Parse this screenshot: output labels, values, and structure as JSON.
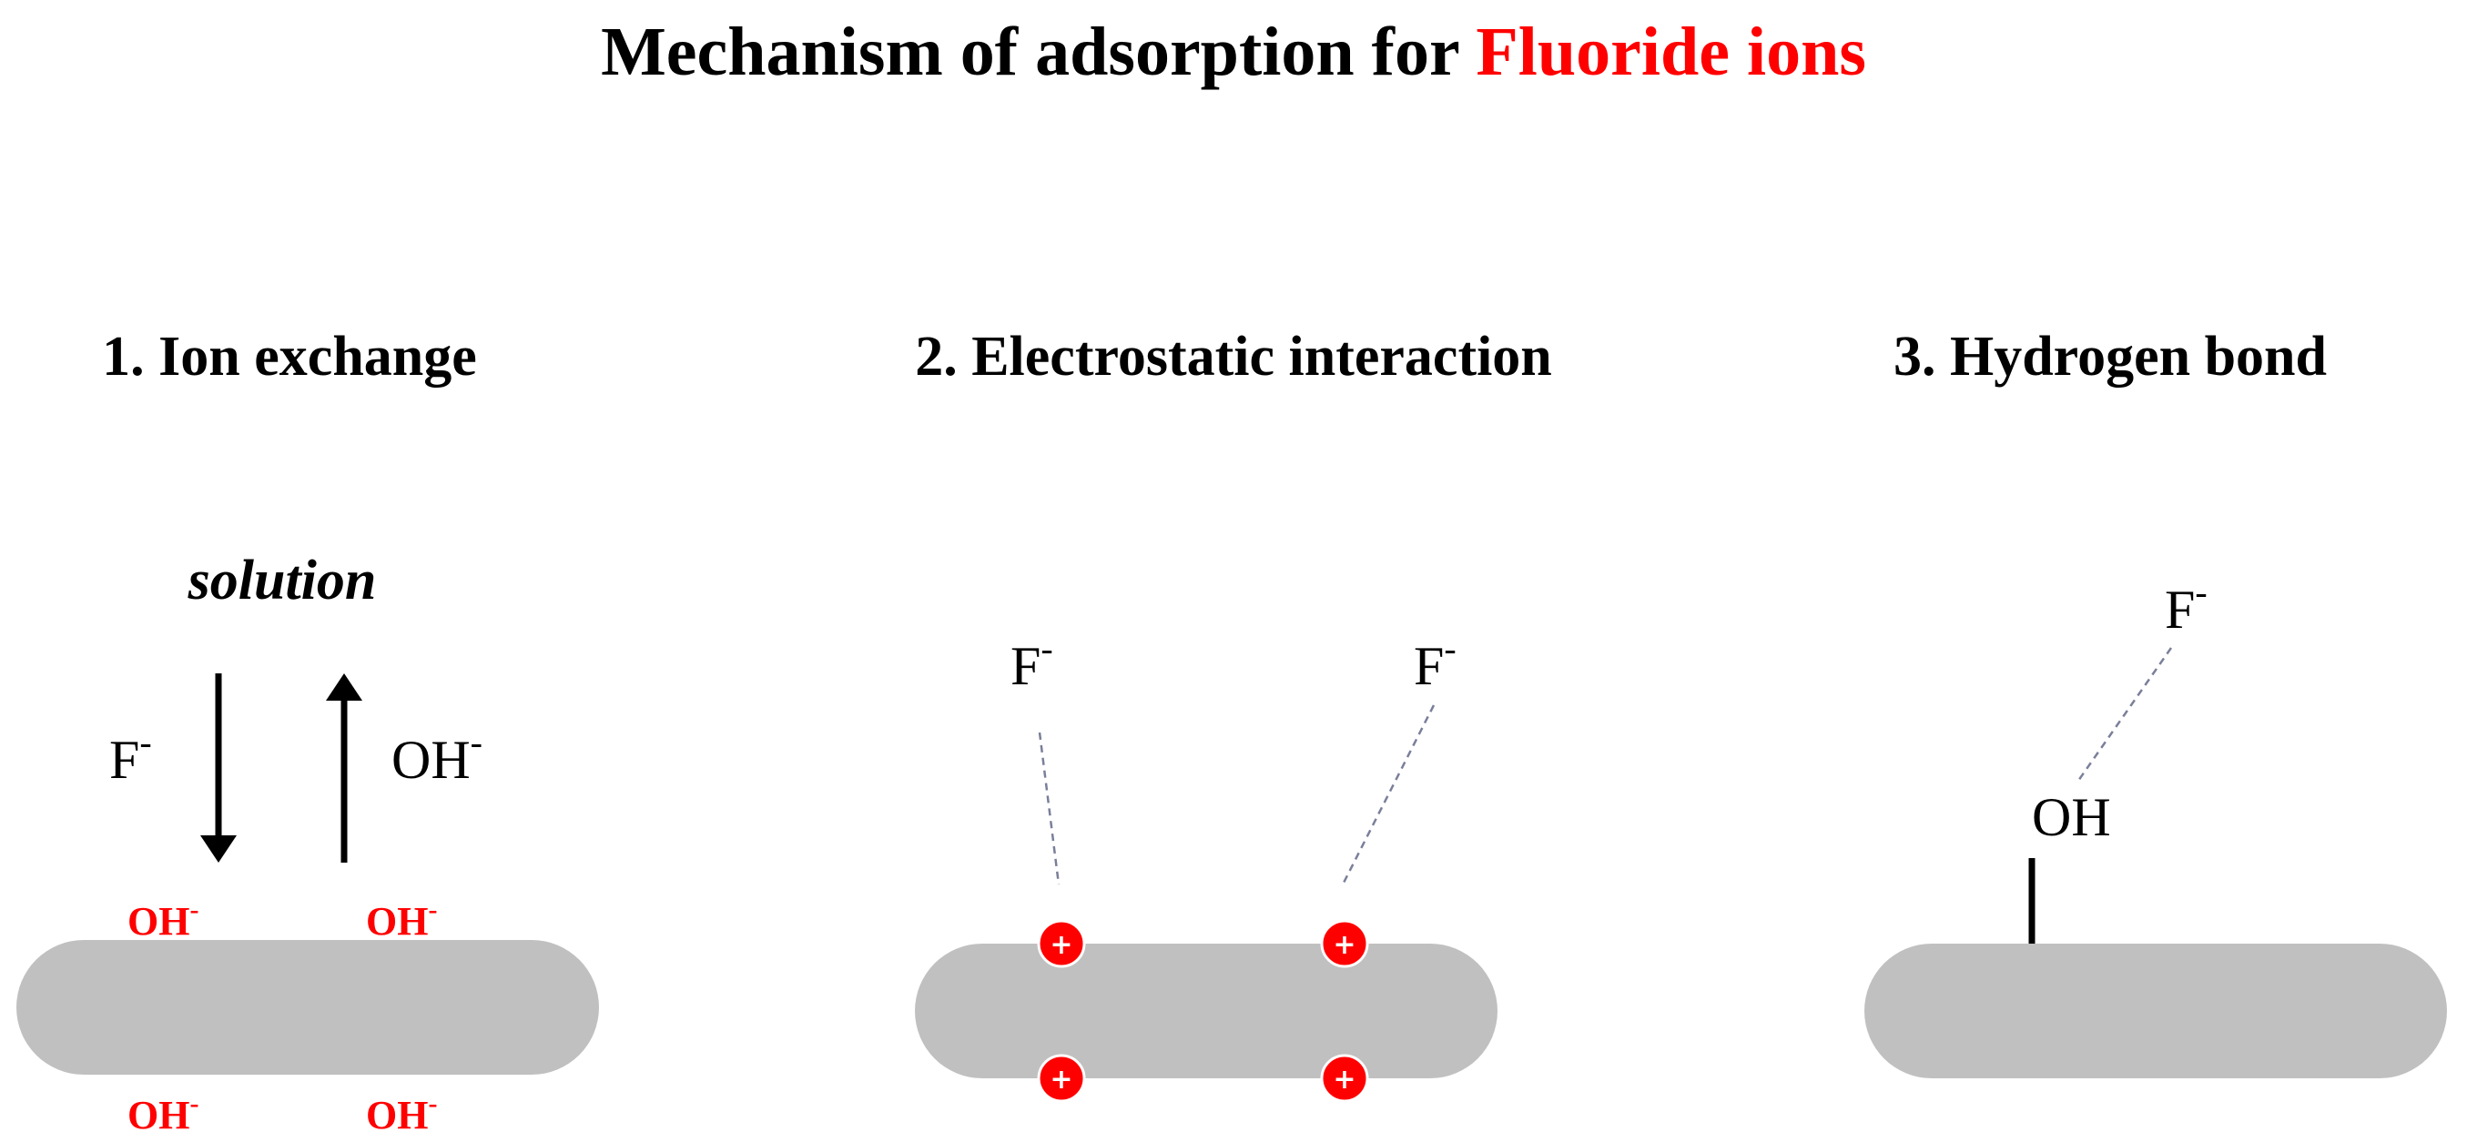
{
  "title": {
    "prefix": "Mechanism of adsorption for ",
    "highlight": "Fluoride ions",
    "highlight_color": "#ff0000"
  },
  "panels": [
    {
      "heading": "1. Ion exchange",
      "solution_label": "solution",
      "arrow_down_ion": {
        "base": "F",
        "charge": "-"
      },
      "arrow_up_ion": {
        "base": "OH",
        "charge": "-"
      },
      "surface_groups": [
        {
          "base": "OH",
          "charge": "-"
        },
        {
          "base": "OH",
          "charge": "-"
        },
        {
          "base": "OH",
          "charge": "-"
        },
        {
          "base": "OH",
          "charge": "-"
        }
      ]
    },
    {
      "heading": "2. Electrostatic interaction",
      "ions": [
        {
          "base": "F",
          "charge": "-"
        },
        {
          "base": "F",
          "charge": "-"
        }
      ],
      "positive_site_symbol": "+",
      "positive_site_color": "#ff0000"
    },
    {
      "heading": "3. Hydrogen bond",
      "ion": {
        "base": "F",
        "charge": "-"
      },
      "surface_group": "OH"
    }
  ],
  "colors": {
    "surface": "#c0c0c0",
    "bond_dashes": "#7a7f9a",
    "text": "#000000",
    "accent_red": "#ff0000"
  }
}
